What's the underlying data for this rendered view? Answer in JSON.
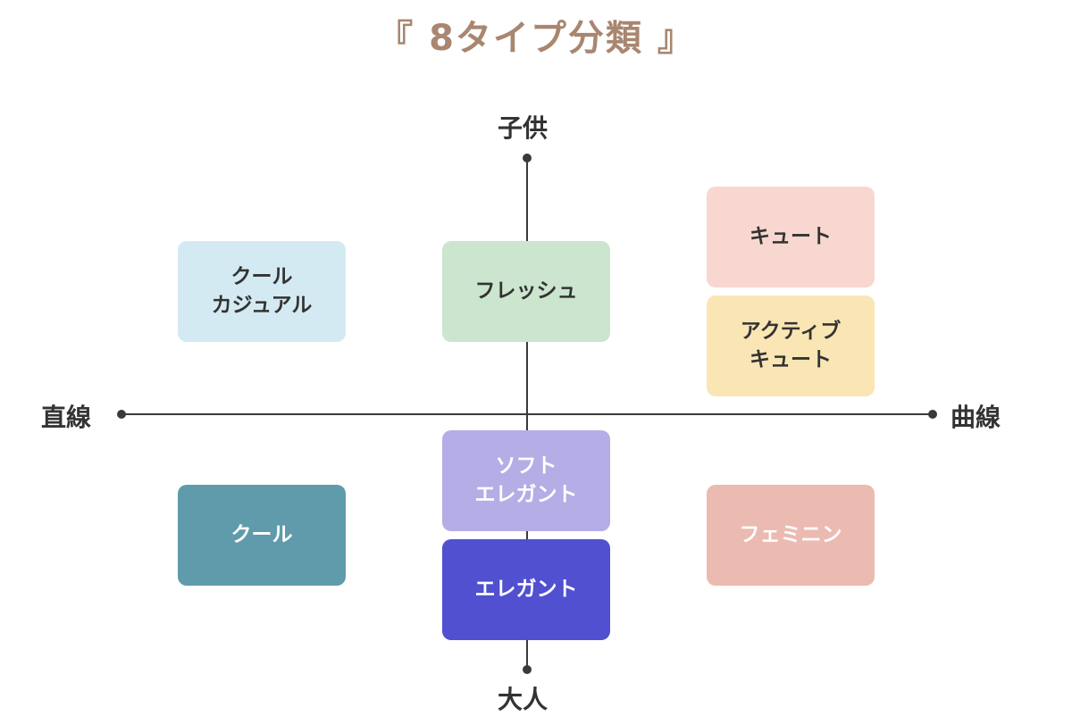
{
  "title": {
    "text": "『 8タイプ分類 』",
    "color": "#a88670"
  },
  "axes": {
    "top_label": "子供",
    "bottom_label": "大人",
    "left_label": "直線",
    "right_label": "曲線",
    "line_color": "#3a3a3a"
  },
  "types": [
    {
      "id": "cool-casual",
      "label": "クール\nカジュアル",
      "bg": "#d4eaf2",
      "fg": "#333333"
    },
    {
      "id": "fresh",
      "label": "フレッシュ",
      "bg": "#cbe5cf",
      "fg": "#333333"
    },
    {
      "id": "cute",
      "label": "キュート",
      "bg": "#f8d7d0",
      "fg": "#333333"
    },
    {
      "id": "active-cute",
      "label": "アクティブ\nキュート",
      "bg": "#fae6b4",
      "fg": "#333333"
    },
    {
      "id": "soft-elegant",
      "label": "ソフト\nエレガント",
      "bg": "#b5ade6",
      "fg": "#ffffff"
    },
    {
      "id": "elegant",
      "label": "エレガント",
      "bg": "#5050d0",
      "fg": "#ffffff"
    },
    {
      "id": "cool",
      "label": "クール",
      "bg": "#5f9bab",
      "fg": "#ffffff"
    },
    {
      "id": "feminine",
      "label": "フェミニン",
      "bg": "#ebbab0",
      "fg": "#ffffff"
    }
  ]
}
